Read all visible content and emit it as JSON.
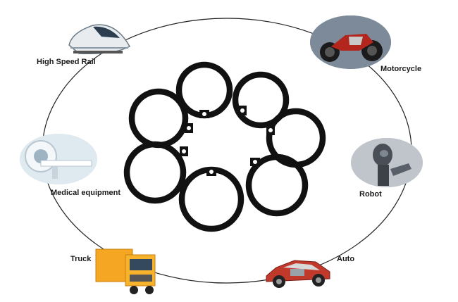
{
  "applications": [
    {
      "key": "rail",
      "label": "High Speed Rail",
      "icon": "high-speed-train-icon"
    },
    {
      "key": "moto",
      "label": "Motorcycle",
      "icon": "motorcycle-icon"
    },
    {
      "key": "medical",
      "label": "Medical equipment",
      "icon": "mri-scanner-icon"
    },
    {
      "key": "robot",
      "label": "Robot",
      "icon": "robot-icon"
    },
    {
      "key": "truck",
      "label": "Truck",
      "icon": "truck-icon"
    },
    {
      "key": "auto",
      "label": "Auto",
      "icon": "car-cutaway-icon"
    }
  ],
  "colors": {
    "ring": "#111111",
    "circle_line": "#222222",
    "truck": "#f5a623",
    "car": "#c0392b",
    "moto": "#b3261e",
    "robot": "#4a4f57"
  }
}
